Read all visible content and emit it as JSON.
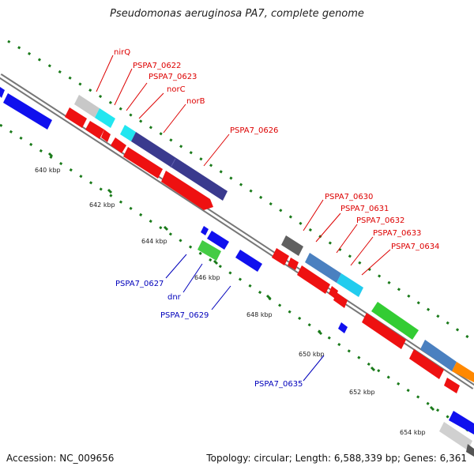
{
  "title": "Pseudomonas aeruginosa PA7, complete genome",
  "footer": {
    "accession": "Accession: NC_009656",
    "topology": "Topology: circular; Length: 6,588,339 bp; Genes: 6,361"
  },
  "colors": {
    "label_forward": "#dd0000",
    "label_reverse": "#0000bb",
    "tick_green": "#1a7a1a",
    "backbone": "#888888"
  },
  "scale_ticks": [
    "640 kbp",
    "642 kbp",
    "644 kbp",
    "646 kbp",
    "648 kbp",
    "650 kbp",
    "652 kbp",
    "654 kbp"
  ],
  "gene_labels_forward": [
    "nirQ",
    "PSPA7_0622",
    "PSPA7_0623",
    "norC",
    "norB",
    "PSPA7_0626",
    "PSPA7_0630",
    "PSPA7_0631",
    "PSPA7_0632",
    "PSPA7_0633",
    "PSPA7_0634"
  ],
  "gene_labels_reverse": [
    "PSPA7_0627",
    "dnr",
    "PSPA7_0629",
    "PSPA7_0635"
  ]
}
